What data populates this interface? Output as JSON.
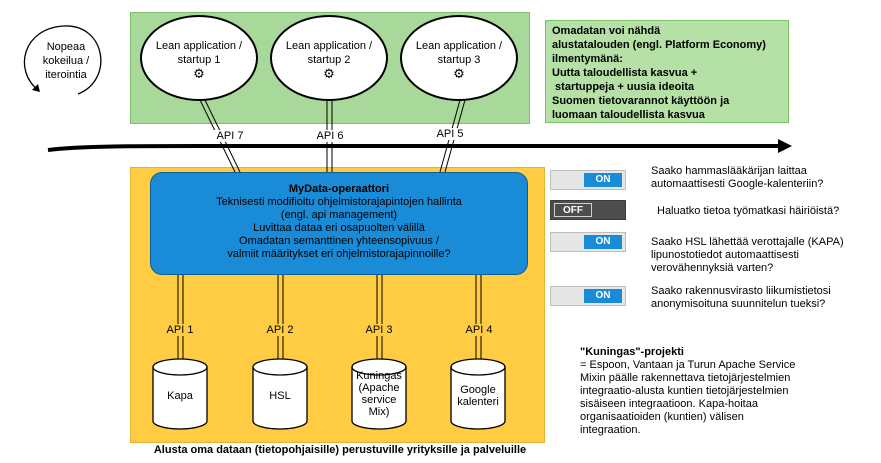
{
  "bubble": {
    "text": "Nopeaa kokeilua / iterointia"
  },
  "apps": [
    {
      "line1": "Lean application /",
      "line2": "startup 1"
    },
    {
      "line1": "Lean application /",
      "line2": "startup 2"
    },
    {
      "line1": "Lean application /",
      "line2": "startup 3"
    }
  ],
  "info": {
    "lines": [
      "Omadatan voi nähdä",
      "alustatalouden (engl. Platform Economy)",
      "ilmentymänä:",
      "Uutta taloudellista kasvua +",
      " startuppeja + uusia ideoita",
      "Suomen tietovarannot käyttöön ja",
      "luomaan taloudellista kasvua"
    ]
  },
  "upper_apis": [
    "API 7",
    "API 6",
    "API 5"
  ],
  "operator": {
    "title": "MyData-operaattori",
    "lines": [
      "Teknisesti modifioitu ohjelmistorajapintojen hallinta",
      "(engl. api management)",
      "Luvittaa dataa eri osapuolten välillä",
      "Omadatan semanttinen yhteensopivuus /",
      "valmiit määritykset eri ohjelmistorajapinnoille?"
    ]
  },
  "lower_apis": [
    "API 1",
    "API 2",
    "API 3",
    "API 4"
  ],
  "databases": [
    {
      "label": "Kapa"
    },
    {
      "label": "HSL"
    },
    {
      "label": "Kuningas (Apache service Mix)"
    },
    {
      "label": "Google kalenteri"
    }
  ],
  "bottom_caption": "Alusta oma dataan (tietopohjaisille) perustuville yrityksille ja palveluille",
  "toggles": [
    {
      "state": "ON",
      "question": "Saako hammaslääkärijan laittaa automaattisesti Google-kalenteriin?"
    },
    {
      "state": "OFF",
      "question": "Haluatko tietoa työmatkasi häiriöistä?"
    },
    {
      "state": "ON",
      "question": "Saako HSL lähettää verottajalle (KAPA) lipunostotiedot automaattisesti verovähennyksiä varten?"
    },
    {
      "state": "ON",
      "question": "Saako rakennusvirasto liikumistietosi anonymisoituna suunnitelun tueksi?"
    }
  ],
  "project": {
    "title": "\"Kuningas\"-projekti",
    "text": "= Espoon, Vantaan ja Turun Apache Service Mixin päälle rakennettava tietojärjestelmien integraatio-alusta kuntien tietojärjestelmien sisäiseen integraatioon. Kapa-hoitaa organisaatioiden (kuntien) välisen integraation."
  },
  "colors": {
    "green_area": "#a8d99a",
    "orange_area": "#ffcc44",
    "operator_blue": "#1a8bd6",
    "toggle_on": "#1a8bd6",
    "toggle_off": "#4d4d4d"
  }
}
